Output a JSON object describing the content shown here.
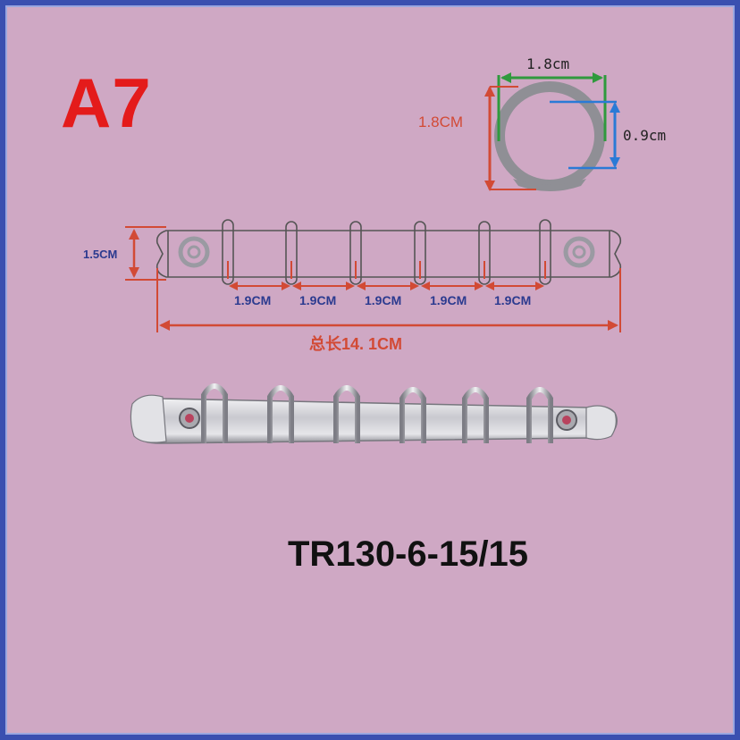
{
  "title": "A7",
  "model_code": "TR130-6-15/15",
  "ring": {
    "width_label": "1.8cm",
    "height_label": "1.8CM",
    "gap_label": "0.9cm"
  },
  "mechanism": {
    "height_label": "1.5CM",
    "spacing_labels": [
      "1.9CM",
      "1.9CM",
      "1.9CM",
      "1.9CM",
      "1.9CM"
    ],
    "total_length_label": "总长14. 1CM"
  },
  "colors": {
    "background": "#cfa8c4",
    "border": "#3a4fb0",
    "title": "#e41b1b",
    "dimension_red": "#d24a35",
    "dimension_green": "#2f9a3d",
    "dimension_blue": "#2a7ad6",
    "label_blue": "#2b3a8f"
  }
}
